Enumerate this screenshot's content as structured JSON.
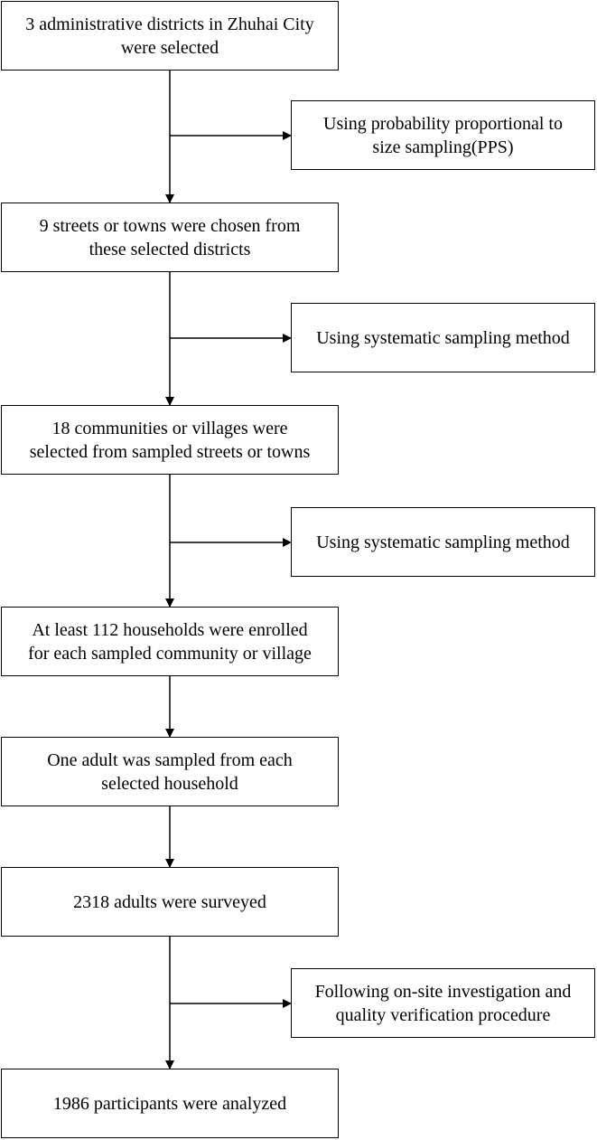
{
  "main_steps": [
    {
      "line1": "3 administrative districts in Zhuhai City",
      "line2": "were selected"
    },
    {
      "line1": "9 streets or towns were chosen from",
      "line2": "these selected  districts"
    },
    {
      "line1": "18 communities or villages were",
      "line2": "selected from sampled  streets or towns"
    },
    {
      "line1": "At least 112 households were enrolled",
      "line2": "for each sampled community or village"
    },
    {
      "line1": "One adult was  sampled from each",
      "line2": "selected household"
    },
    {
      "line1": "2318 adults were surveyed",
      "line2": ""
    },
    {
      "line1": "1986 participants were analyzed",
      "line2": ""
    }
  ],
  "side_notes": [
    {
      "line1": "Using probability proportional to",
      "line2": "size sampling(PPS)"
    },
    {
      "line1": "Using systematic sampling method",
      "line2": ""
    },
    {
      "line1": "Using systematic sampling method",
      "line2": ""
    },
    {
      "line1": "Following on-site investigation and",
      "line2": "quality verification procedure"
    }
  ]
}
